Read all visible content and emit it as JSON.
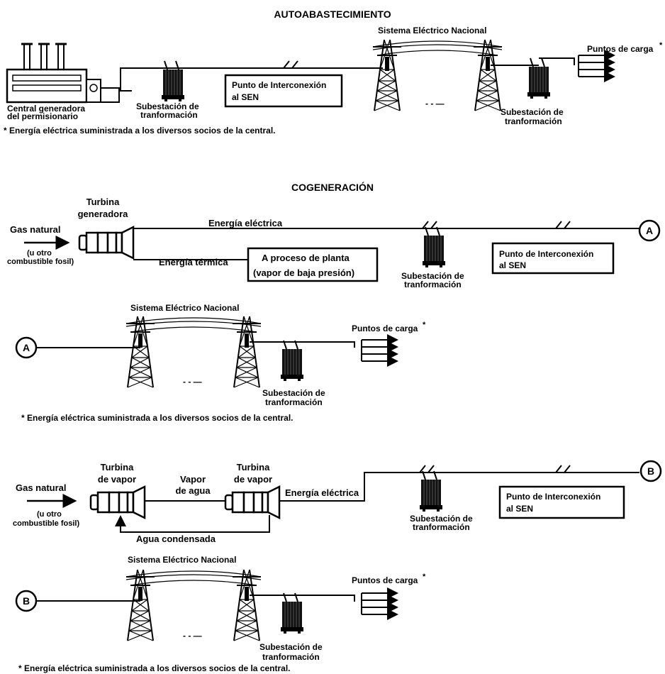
{
  "section1": {
    "title": "AUTOABASTECIMIENTO",
    "sen": "Sistema Eléctrico Nacional",
    "load": "Puntos de carga",
    "star": "*",
    "plant_line1": "Central generadora",
    "plant_line2": "del permisionario",
    "sub_a1": "Subestación de",
    "sub_a2": "tranformación",
    "interconnect1": "Punto de Interconexión",
    "interconnect2": "al SEN",
    "sub_b1": "Subestación de",
    "sub_b2": "tranformación",
    "footnote": "* Energía eléctrica suministrada a los diversos socios de la central."
  },
  "section2": {
    "title": "COGENERACIÓN",
    "gas": "Gas natural",
    "alt1": "(u otro",
    "alt2": "combustible fosil)",
    "turbine1": "Turbina",
    "turbine2": "generadora",
    "electric": "Energía eléctrica",
    "thermal": "Energía térmica",
    "process1": "A proceso de planta",
    "process2": "(vapor de baja presión)",
    "sub1": "Subestación de",
    "sub2": "tranformación",
    "interconnect1": "Punto de Interconexión",
    "interconnect2": "al SEN",
    "connector": "A",
    "sen": "Sistema Eléctrico Nacional",
    "load": "Puntos de carga",
    "star": "*",
    "sub3": "Subestación de",
    "sub4": "tranformación",
    "footnote": "* Energía eléctrica suministrada a los diversos socios de la central."
  },
  "section3": {
    "gas": "Gas natural",
    "alt1": "(u otro",
    "alt2": "combustible fosil)",
    "turbineA1": "Turbina",
    "turbineA2": "de vapor",
    "steam1": "Vapor",
    "steam2": "de agua",
    "turbineB1": "Turbina",
    "turbineB2": "de vapor",
    "electric": "Energía eléctrica",
    "condensed": "Agua condensada",
    "sub1": "Subestación de",
    "sub2": "tranformación",
    "interconnect1": "Punto de Interconexión",
    "interconnect2": "al SEN",
    "connector": "B",
    "sen": "Sistema Eléctrico Nacional",
    "load": "Puntos de carga",
    "star": "*",
    "sub3": "Subestación de",
    "sub4": "tranformación",
    "footnote": "* Energía eléctrica suministrada a los diversos socios de la central."
  }
}
